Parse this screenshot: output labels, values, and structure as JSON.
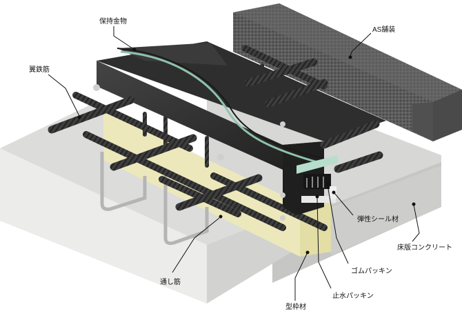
{
  "labels": {
    "holder": "保持金物",
    "as_pavement": "AS舗装",
    "wing_rebar": "翼鉄筋",
    "elastic_seal": "弾性シール材",
    "floor_concrete": "床版コンクリート",
    "rubber_packing": "ゴムパッキン",
    "water_stop_packing": "止水パッキン",
    "through_rebar": "通し筋",
    "formwork": "型枠材"
  },
  "colors": {
    "concrete_top": "#d9d9d9",
    "concrete_front": "#e9e9e7",
    "concrete_side": "#c9c9c7",
    "asphalt": "#5a5a5a",
    "joint_body": "#2a2a2a",
    "seal_green": "#a8d4c0",
    "formwork": "#ece7b8",
    "rebar": "#3a3a3a"
  }
}
